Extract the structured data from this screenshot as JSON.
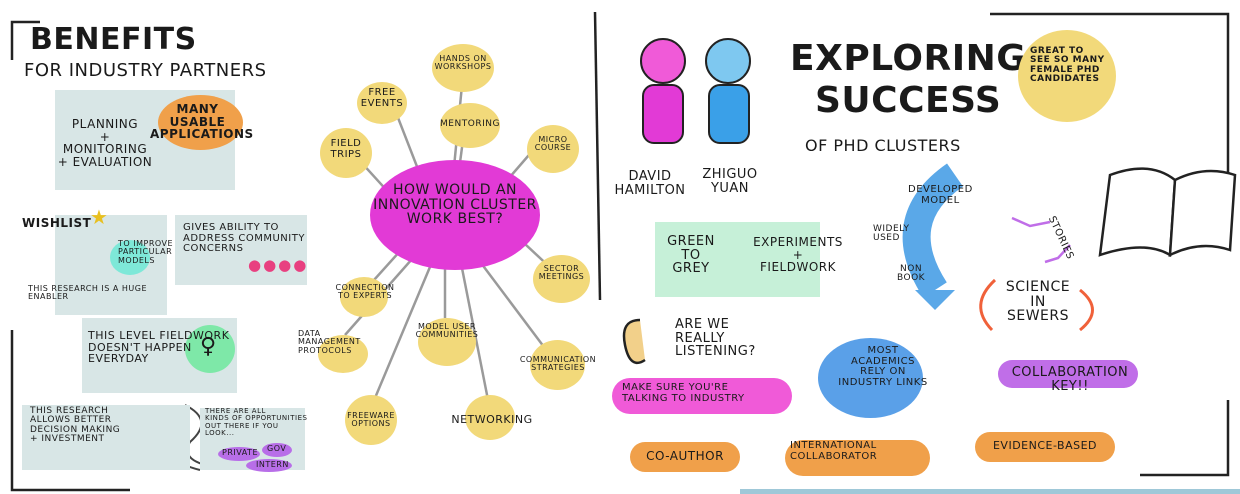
{
  "benefits": {
    "title": "Benefits",
    "subtitle": "For industry partners",
    "many_usable": "Many usable\napplications",
    "planning": "Planning\n+\nmonitoring\n+ evaluation",
    "wishlist": "Wishlist",
    "improve": "To improve\nparticular\nmodels",
    "enabler": "This research is a huge\nenabler",
    "gives_ability": "Gives ability to\naddress community\nconcerns",
    "fieldwork": "This level fieldwork\ndoesn't happen\neveryday",
    "research_allows": "This research\nallows better\ndecision making\n+ investment",
    "opportunities": "There are all\nkinds of opportunities\nout there if you\nlook...",
    "private": "Private",
    "gov": "Gov",
    "intern": "Intern"
  },
  "hub": {
    "center": "How would an\ninnovation cluster\nwork best?",
    "nodes": {
      "hands_on": "Hands on\nworkshops",
      "free_events": "Free\nevents",
      "mentoring": "Mentoring",
      "micro_course": "Micro\ncourse",
      "field_trips": "Field\ntrips",
      "sector_meetings": "Sector\nmeetings",
      "connection": "Connection\nto experts",
      "data_mgmt": "Data\nmanagement\nprotocols",
      "model_user": "Model user\ncommunities",
      "communication": "Communication\nstrategies",
      "freeware": "Freeware\noptions",
      "networking": "Networking"
    }
  },
  "exploring": {
    "title1": "Exploring",
    "title2": "Success",
    "subtitle": "of PhD clusters",
    "great": "Great to\nsee so many\nfemale PhD\ncandidates",
    "david": "David\nHamilton",
    "zhiguo": "Zhiguo\nYuan",
    "green": "Green\nto\nGrey",
    "experiments": "Experiments\n+\nfieldwork",
    "developed": "Developed\nmodel",
    "widely": "Widely\nused",
    "non_book": "Non\nbook",
    "stories": "Stories",
    "science": "Science\nin\nsewers",
    "listening": "Are we\nreally\nlistening?",
    "make_sure": "Make sure you're\ntalking to industry",
    "most_academics": "Most\nacademics\nrely on\nindustry links",
    "collaboration": "Collaboration\nkey!!",
    "co_author": "Co-author",
    "international": "International\ncollaborator",
    "evidence": "Evidence-based"
  },
  "colors": {
    "yellow": "#f2d97a",
    "magenta": "#e23ad6",
    "pink": "#f05ad8",
    "orange": "#f0a04a",
    "blue": "#5aa0e8",
    "teal_box": "#d8e6e6",
    "green_box": "#c6f0d8",
    "purple": "#b86ee8"
  }
}
